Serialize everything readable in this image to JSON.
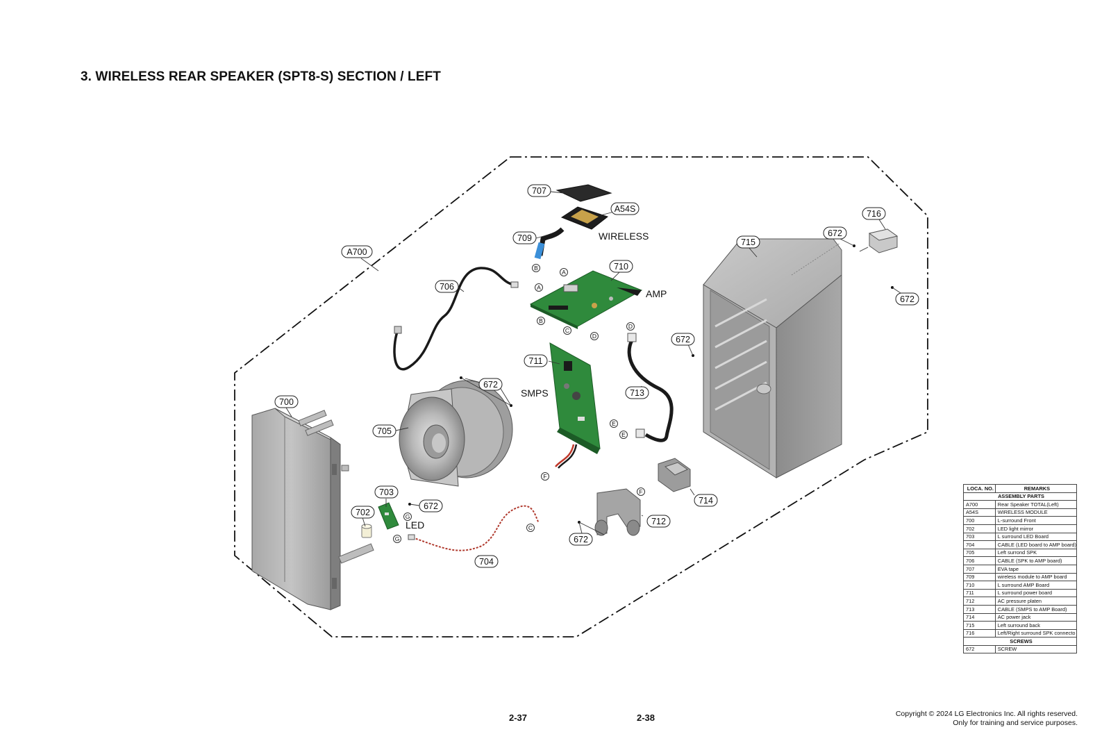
{
  "title": "3. WIRELESS REAR SPEAKER (SPT8-S) SECTION / LEFT",
  "section_labels": {
    "wireless": "WIRELESS",
    "amp": "AMP",
    "smps": "SMPS",
    "led": "LED"
  },
  "callouts": [
    "707",
    "A54S",
    "709",
    "A700",
    "706",
    "710",
    "716",
    "672",
    "715",
    "672",
    "672",
    "711",
    "672",
    "713",
    "700",
    "705",
    "703",
    "672",
    "702",
    "704",
    "714",
    "712",
    "672"
  ],
  "connectors": [
    "A",
    "A",
    "B",
    "B",
    "C",
    "D",
    "D",
    "E",
    "E",
    "F",
    "F",
    "G",
    "G",
    "C"
  ],
  "parts_table": {
    "headers": [
      "LOCA. NO.",
      "REMARKS"
    ],
    "assembly_title": "ASSEMBLY PARTS",
    "assembly_rows": [
      {
        "loc": "A700",
        "remark": "Rear Speaker TOTAL(Left)"
      },
      {
        "loc": "A54S",
        "remark": "WIRELESS MODULE"
      },
      {
        "loc": "700",
        "remark": "L-surround Front"
      },
      {
        "loc": "702",
        "remark": "LED light mirror"
      },
      {
        "loc": "703",
        "remark": "L surround LED Board"
      },
      {
        "loc": "704",
        "remark": "CABLE (LED board to AMP board)"
      },
      {
        "loc": "705",
        "remark": "Left surrond SPK"
      },
      {
        "loc": "706",
        "remark": "CABLE (SPK to AMP board)"
      },
      {
        "loc": "707",
        "remark": "EVA tape"
      },
      {
        "loc": "709",
        "remark": "wireless module to AMP board"
      },
      {
        "loc": "710",
        "remark": "L surround AMP Board"
      },
      {
        "loc": "711",
        "remark": "L surround power board"
      },
      {
        "loc": "712",
        "remark": "AC pressure platen"
      },
      {
        "loc": "713",
        "remark": "CABLE (SMPS to AMP Board)"
      },
      {
        "loc": "714",
        "remark": "AC power jack"
      },
      {
        "loc": "715",
        "remark": "Left surround back"
      },
      {
        "loc": "716",
        "remark": "Left/Right surround SPK connecto"
      }
    ],
    "screws_title": "SCREWS",
    "screw_rows": [
      {
        "loc": "672",
        "remark": "SCREW"
      }
    ]
  },
  "page_numbers": [
    "2-37",
    "2-38"
  ],
  "copyright": {
    "line1": "Copyright © 2024 LG Electronics Inc. All rights reserved.",
    "line2": "Only for training and service purposes."
  },
  "colors": {
    "pcb_green": "#2f8a3c",
    "cabinet_gray": "#9a9a9a",
    "cable_black": "#1a1a1a",
    "ribbon_blue": "#3b8fd8"
  }
}
